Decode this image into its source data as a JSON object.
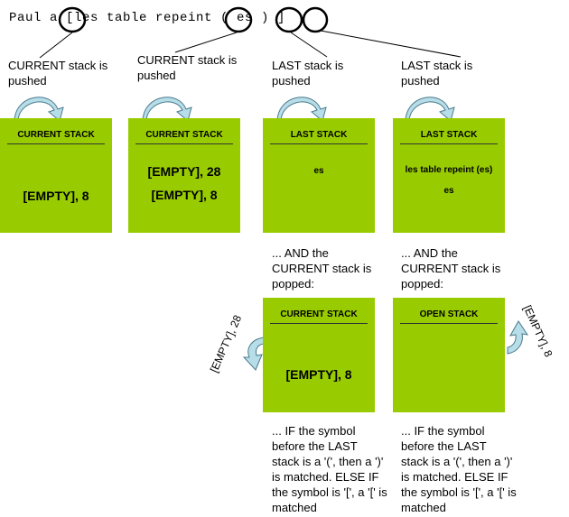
{
  "code_line": "Paul a [les table repeint ( es ) ]",
  "top_captions": [
    "CURRENT stack is pushed",
    "CURRENT stack is pushed",
    "LAST stack is pushed",
    "LAST stack is pushed"
  ],
  "top_boxes": [
    {
      "header": "CURRENT STACK",
      "lines": [
        "[EMPTY], 8"
      ]
    },
    {
      "header": "CURRENT STACK",
      "lines": [
        "[EMPTY], 28",
        "[EMPTY], 8"
      ]
    },
    {
      "header": "LAST STACK",
      "lines": [
        "es"
      ]
    },
    {
      "header": "LAST STACK",
      "lines": [
        "les table repeint (es)",
        "es"
      ]
    }
  ],
  "middle_captions": [
    "... AND the CURRENT stack is popped:",
    "... AND the CURRENT stack is popped:"
  ],
  "bottom_boxes": [
    {
      "header": "CURRENT STACK",
      "lines": [
        "[EMPTY], 8"
      ]
    },
    {
      "header": "OPEN STACK",
      "lines": []
    }
  ],
  "popped_labels": [
    "[EMPTY], 28",
    "[EMPTY], 8"
  ],
  "bottom_captions": [
    "... IF the symbol before the LAST stack is a '(', then a ')' is matched. ELSE IF the symbol is '[', a '[' is matched",
    "... IF the symbol before the LAST stack is a '(', then a ')' is matched. ELSE IF the symbol is '[', a '[' is matched"
  ],
  "colors": {
    "box_fill": "#99cc00",
    "arrow_fill": "#b7dde8",
    "arrow_stroke": "#4a7a8c"
  }
}
